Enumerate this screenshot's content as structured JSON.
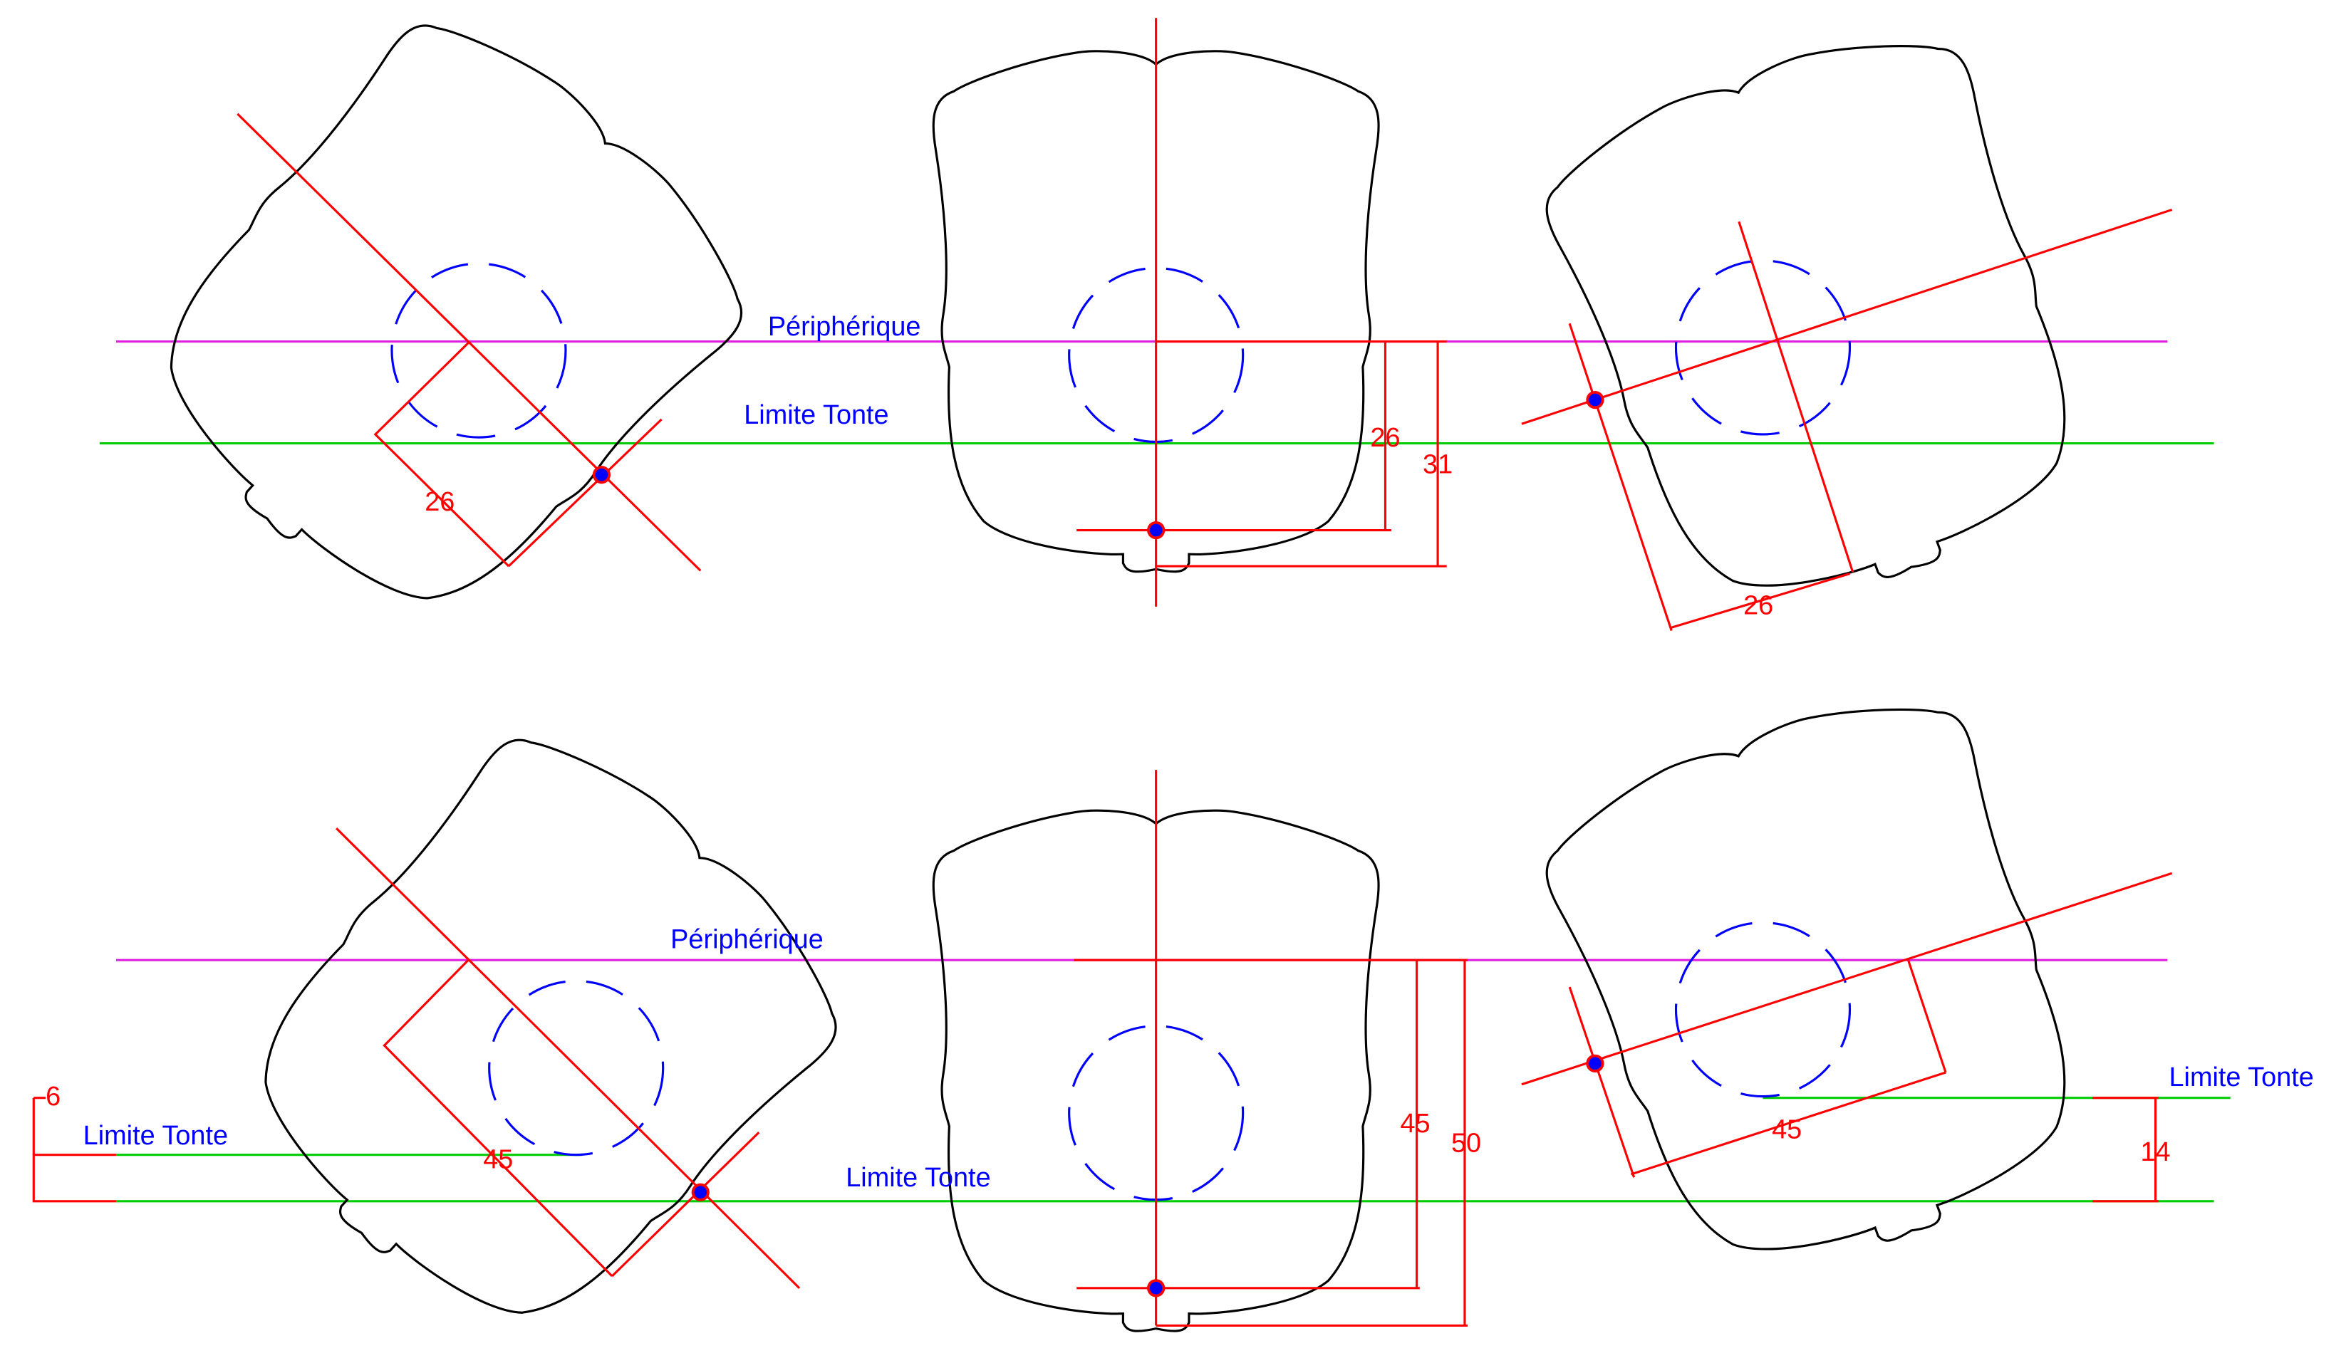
{
  "colors": {
    "outline": "#000000",
    "dimension": "#ff0000",
    "peripherique_line": "#e020e0",
    "limite_tonte_line": "#00cc00",
    "label_text": "#0000ff",
    "circle_dashed": "#0000ff",
    "contact_point_fill": "#0000ff",
    "contact_point_ring": "#ff0000"
  },
  "top_row": {
    "peripherique_label": "Périphérique",
    "limite_tonte_label": "Limite Tonte",
    "left_dimension": "26",
    "center_dimension_inner": "26",
    "center_dimension_outer": "31",
    "right_dimension": "26"
  },
  "bottom_row": {
    "peripherique_label": "Périphérique",
    "limite_tonte_label_left": "Limite Tonte",
    "limite_tonte_label_center": "Limite Tonte",
    "limite_tonte_label_right": "Limite Tonte",
    "left_offset_dimension": "6",
    "left_dimension": "45",
    "center_dimension_inner": "45",
    "center_dimension_outer": "50",
    "right_dimension": "45",
    "right_offset_dimension": "14"
  }
}
